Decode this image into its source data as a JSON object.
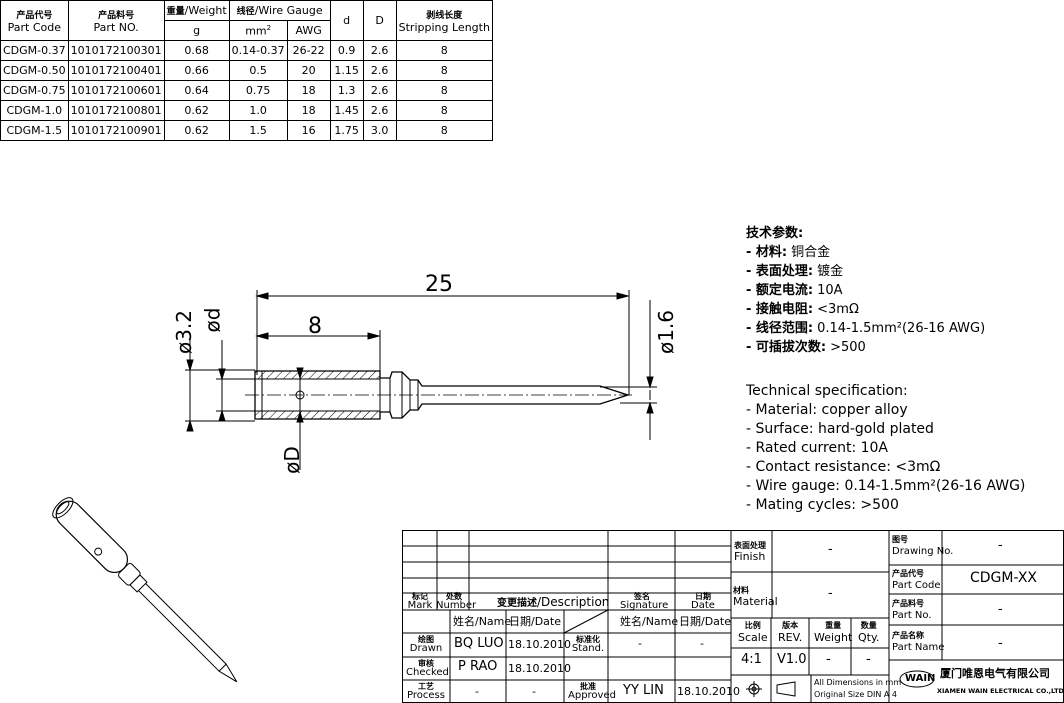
{
  "parts_table": {
    "headers": {
      "part_code_zh": "产品代号",
      "part_code_en": "Part Code",
      "part_no_zh": "产品料号",
      "part_no_en": "Part NO.",
      "weight_zh": "重量",
      "weight_en": "/Weight",
      "weight_unit": "g",
      "wire_gauge_zh": "线径",
      "wire_gauge_en": "/Wire Gauge",
      "wire_unit_mm": "mm",
      "wire_unit_sup": "2",
      "wire_unit_awg": "AWG",
      "d": "d",
      "D": "D",
      "strip_zh": "剥线长度",
      "strip_en": "Stripping Length"
    },
    "rows": [
      {
        "code": "CDGM-0.37",
        "no": "1010172100301",
        "weight": "0.68",
        "mm2": "0.14-0.37",
        "awg": "26-22",
        "d": "0.9",
        "D": "2.6",
        "strip": "8"
      },
      {
        "code": "CDGM-0.50",
        "no": "1010172100401",
        "weight": "0.66",
        "mm2": "0.5",
        "awg": "20",
        "d": "1.15",
        "D": "2.6",
        "strip": "8"
      },
      {
        "code": "CDGM-0.75",
        "no": "1010172100601",
        "weight": "0.64",
        "mm2": "0.75",
        "awg": "18",
        "d": "1.3",
        "D": "2.6",
        "strip": "8"
      },
      {
        "code": "CDGM-1.0",
        "no": "1010172100801",
        "weight": "0.62",
        "mm2": "1.0",
        "awg": "18",
        "d": "1.45",
        "D": "2.6",
        "strip": "8"
      },
      {
        "code": "CDGM-1.5",
        "no": "1010172100901",
        "weight": "0.62",
        "mm2": "1.5",
        "awg": "16",
        "d": "1.75",
        "D": "3.0",
        "strip": "8"
      }
    ]
  },
  "dimensions": {
    "overall": "25",
    "crimp": "8",
    "dia_outer": "ø3.2",
    "dia_d": "ød",
    "dia_D": "øD",
    "dia_pin": "ø1.6"
  },
  "tech_zh": {
    "title": "技术参数:",
    "lines": [
      {
        "label": "- 材料:",
        "value": "铜合金"
      },
      {
        "label": "- 表面处理:",
        "value": "镀金"
      },
      {
        "label": "- 额定电流:",
        "value": "10A"
      },
      {
        "label": "- 接触电阻:",
        "value": "<3mΩ"
      },
      {
        "label": "- 线径范围:",
        "value": "0.14-1.5mm²(26-16 AWG)"
      },
      {
        "label": "- 可插拔次数:",
        "value": ">500"
      }
    ]
  },
  "tech_en": {
    "title": "Technical specification:",
    "lines": [
      "- Material: copper alloy",
      "- Surface: hard-gold plated",
      "- Rated current: 10A",
      "- Contact resistance: <3mΩ",
      "- Wire gauge: 0.14-1.5mm²(26-16 AWG)",
      "- Mating cycles: >500"
    ]
  },
  "title_block": {
    "finish_zh": "表面处理",
    "finish_en": "Finish",
    "finish_val": "-",
    "material_zh": "材料",
    "material_en": "Material",
    "material_val": "-",
    "scale_zh": "比例",
    "scale_en": "Scale",
    "scale_val": "4:1",
    "rev_zh": "版本",
    "rev_en": "REV.",
    "rev_val": "V1.0",
    "weight_zh": "重量",
    "weight_en": "Weight",
    "weight_val": "-",
    "qty_zh": "数量",
    "qty_en": "Qty.",
    "qty_val": "-",
    "dims_note_1": "All Dimensions in mm",
    "dims_note_2": "Original Size DIN A 4",
    "drawing_no_zh": "图号",
    "drawing_no_en": "Drawing No.",
    "drawing_no_val": "-",
    "part_code_zh": "产品代号",
    "part_code_en": "Part Code",
    "part_code_val": "CDGM-XX",
    "part_no_zh": "产品料号",
    "part_no_en": "Part No.",
    "part_no_val": "-",
    "part_name_zh": "产品名称",
    "part_name_en": "Part Name",
    "part_name_val": "-",
    "company_logo": "WAIN",
    "company_zh": "厦门唯恩电气有限公司",
    "company_en": "XIAMEN WAIN ELECTRICAL CO.,LTD",
    "mark_zh": "标记",
    "mark_en": "Mark",
    "number_zh": "处数",
    "number_en": "Number",
    "desc_zh": "变更描述",
    "desc_en": "/Description",
    "sig_zh": "签名",
    "sig_en": "Signature",
    "date_zh": "日期",
    "date_en": "Date",
    "name_hdr": "姓名/Name",
    "date_hdr": "日期/Date",
    "drawn_zh": "绘图",
    "drawn_en": "Drawn",
    "drawn_name": "BQ LUO",
    "drawn_date": "18.10.2010",
    "stand_zh": "标准化",
    "stand_en": "Stand.",
    "stand_name": "-",
    "stand_date": "-",
    "checked_zh": "审核",
    "checked_en": "Checked",
    "checked_name": "P RAO",
    "checked_date": "18.10.2010",
    "process_zh": "工艺",
    "process_en": "Process",
    "process_name": "-",
    "process_date": "-",
    "approved_zh": "批准",
    "approved_en": "Approved",
    "approved_name": "YY LIN",
    "approved_date": "18.10.2010"
  }
}
